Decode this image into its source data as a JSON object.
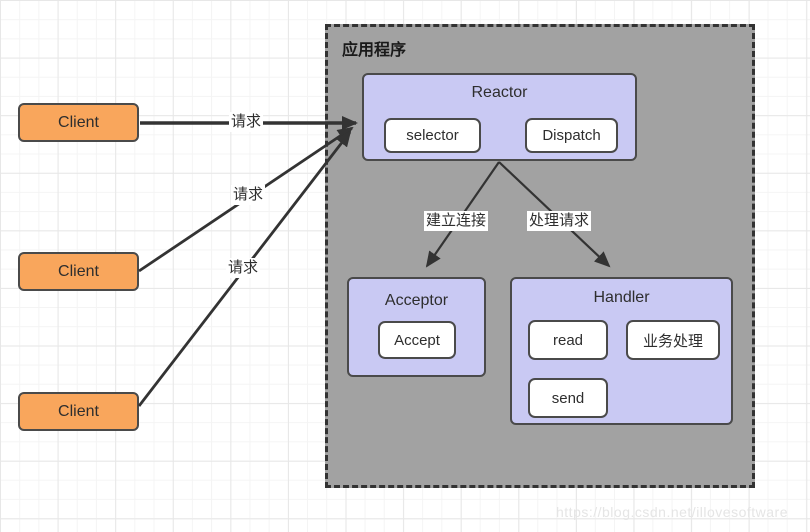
{
  "colors": {
    "container_fill": "#a2a2a2",
    "container_border": "#333333",
    "module_fill": "#c9c9f3",
    "module_border": "#4a4a4a",
    "client_fill": "#f9a65c",
    "arrow": "#333333",
    "grid_minor": "#f4f4f4",
    "grid_major": "#e7e7e7",
    "watermark": "#e5e5e5"
  },
  "app_container": {
    "label": "应用程序"
  },
  "clients": [
    {
      "label": "Client"
    },
    {
      "label": "Client"
    },
    {
      "label": "Client"
    }
  ],
  "modules": {
    "reactor": {
      "title": "Reactor",
      "items": [
        {
          "label": "selector"
        },
        {
          "label": "Dispatch"
        }
      ]
    },
    "acceptor": {
      "title": "Acceptor",
      "items": [
        {
          "label": "Accept"
        }
      ]
    },
    "handler": {
      "title": "Handler",
      "items": [
        {
          "label": "read"
        },
        {
          "label": "业务处理"
        },
        {
          "label": "send"
        }
      ]
    }
  },
  "edge_labels": [
    {
      "id": "request-1",
      "text": "请求"
    },
    {
      "id": "request-2",
      "text": "请求"
    },
    {
      "id": "request-3",
      "text": "请求"
    },
    {
      "id": "establish-connection",
      "text": "建立连接"
    },
    {
      "id": "handle-request",
      "text": "处理请求"
    }
  ],
  "page": {
    "watermark": "https://blog.csdn.net/illovesoftware"
  }
}
